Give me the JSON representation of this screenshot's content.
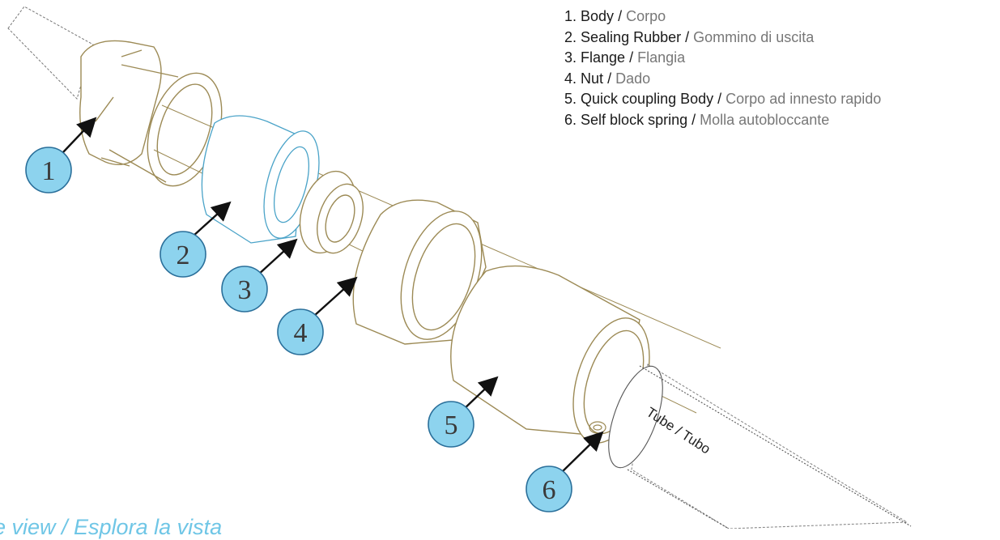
{
  "legend": [
    {
      "num": "1.",
      "en": "Body",
      "it": "Corpo"
    },
    {
      "num": "2.",
      "en": "Sealing Rubber",
      "it": "Gommino di uscita"
    },
    {
      "num": "3.",
      "en": "Flange",
      "it": "Flangia"
    },
    {
      "num": "4.",
      "en": "Nut",
      "it": "Dado"
    },
    {
      "num": "5.",
      "en": "Quick coupling Body",
      "it": "Corpo ad innesto rapido"
    },
    {
      "num": "6.",
      "en": "Self block spring",
      "it": "Molla autobloccante"
    }
  ],
  "separator": "/",
  "callouts": [
    "1",
    "2",
    "3",
    "4",
    "5",
    "6"
  ],
  "tube_label": {
    "en": "Tube",
    "sep": "/",
    "it": "Tubo"
  },
  "explore_link": "e view / Esplora la vista",
  "colors": {
    "part_outline": "#9c8a55",
    "rubber_outline": "#4aa3c8",
    "callout_fill": "#8dd3ee",
    "callout_stroke": "#2a6f9a",
    "arrow": "#111111",
    "explore_text": "#6fc6e6",
    "italian_text": "#777777"
  }
}
